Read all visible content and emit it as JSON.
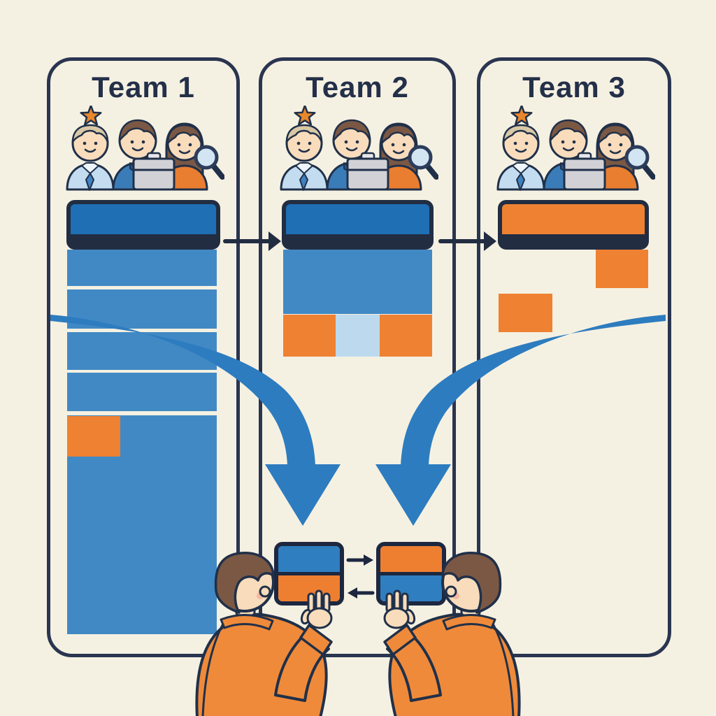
{
  "title_text": null,
  "panels": [
    {
      "title": "Team 1",
      "members": [
        "star-person",
        "briefcase-person",
        "magnifier-person"
      ],
      "header_color": "#1e6fb4",
      "rows": [
        "#4189c4",
        "#4189c4",
        "#4189c4",
        "#4189c4",
        "#4189c4"
      ],
      "highlight_block": "#ef8132"
    },
    {
      "title": "Team 2",
      "members": [
        "star-person",
        "briefcase-person",
        "magnifier-person"
      ],
      "header_color": "#1e6fb4",
      "block": "#4189c4",
      "row_cells": [
        "#ef8132",
        "#bdd9ee",
        "#ef8132"
      ]
    },
    {
      "title": "Team 3",
      "members": [
        "star-person",
        "briefcase-person",
        "magnifier-person"
      ],
      "header_color": "#ef8132",
      "squares": [
        "#ef8132",
        "#ef8132"
      ]
    }
  ],
  "flow_arrows": [
    {
      "from": "Team 1",
      "to": "Team 2",
      "direction": "right"
    },
    {
      "from": "Team 2",
      "to": "Team 3",
      "direction": "right"
    }
  ],
  "merge_arrows": [
    {
      "from": "Team 1 side",
      "direction": "down"
    },
    {
      "from": "Team 3 side",
      "direction": "down"
    }
  ],
  "exchange": {
    "left_card": {
      "top": "#2e7ec0",
      "bottom": "#ef7f30"
    },
    "right_card": {
      "top": "#ef7f30",
      "bottom": "#2e7ec0"
    },
    "arrows": [
      "right",
      "left"
    ]
  },
  "bottom_people_count": 2,
  "colors": {
    "background": "#f5f1e2",
    "outline_navy": "#203049",
    "panel_border": "#2a3550",
    "header_blue": "#1e6fb4",
    "bar_blue": "#4189c4",
    "orange": "#ef8132",
    "light_blue_cell": "#bdd9ee",
    "swoosh_blue": "#2d7cbf",
    "shirt_orange": "#ef8a3a",
    "skin": "#f8dcbc",
    "hair_brown": "#7b5844"
  }
}
